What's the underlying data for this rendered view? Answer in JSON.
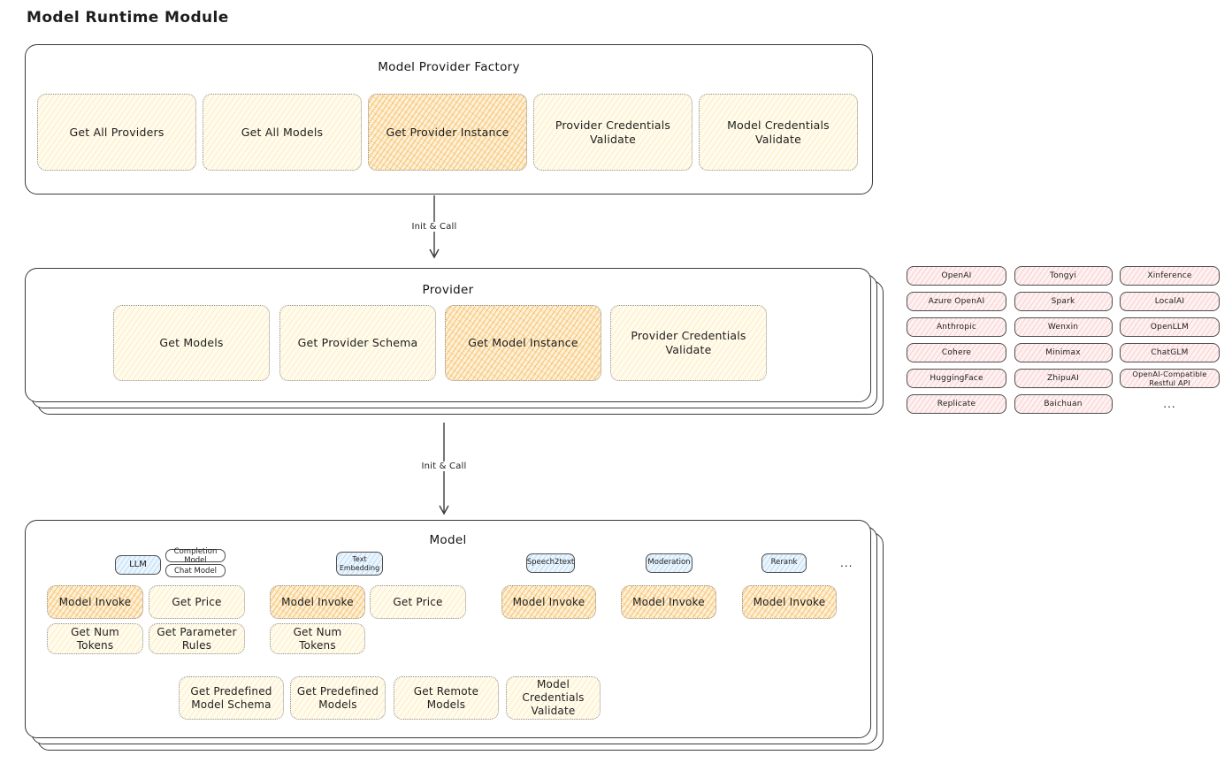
{
  "colors": {
    "stroke": "#3a3a3a",
    "yellow": "#fff9db",
    "orange": "#ffd8a8",
    "pink": "#ffe3e3",
    "blue": "#d0ebff"
  },
  "page": {
    "title": "Model Runtime Module"
  },
  "factory": {
    "title": "Model Provider Factory",
    "methods": [
      {
        "label": "Get All Providers",
        "highlighted": false
      },
      {
        "label": "Get All Models",
        "highlighted": false
      },
      {
        "label": "Get Provider Instance",
        "highlighted": true
      },
      {
        "label": "Provider Credentials Validate",
        "highlighted": false
      },
      {
        "label": "Model Credentials Validate",
        "highlighted": false
      }
    ]
  },
  "arrows": [
    {
      "label": "Init & Call"
    },
    {
      "label": "Init & Call"
    }
  ],
  "provider": {
    "title": "Provider",
    "methods": [
      {
        "label": "Get Models",
        "highlighted": false
      },
      {
        "label": "Get Provider Schema",
        "highlighted": false
      },
      {
        "label": "Get Model Instance",
        "highlighted": true
      },
      {
        "label": "Provider Credentials Validate",
        "highlighted": false
      }
    ]
  },
  "provider_list": {
    "items": [
      "OpenAI",
      "Tongyi",
      "Xinference",
      "Azure OpenAI",
      "Spark",
      "LocalAI",
      "Anthropic",
      "Wenxin",
      "OpenLLM",
      "Cohere",
      "Minimax",
      "ChatGLM",
      "HuggingFace",
      "ZhipuAI",
      "OpenAI-Compatible Restful API",
      "Replicate",
      "Baichuan"
    ],
    "more": "..."
  },
  "model": {
    "title": "Model",
    "more": "...",
    "tags": {
      "llm": "LLM",
      "completion": "Completion Model",
      "chat": "Chat Model",
      "text_embedding": "Text Embedding",
      "speech2text": "Speech2text",
      "moderation": "Moderation",
      "rerank": "Rerank"
    },
    "methods": {
      "model_invoke": "Model Invoke",
      "get_price": "Get Price",
      "get_num_tokens": "Get Num Tokens",
      "get_parameter_rules": "Get Parameter Rules"
    },
    "shared_methods": [
      "Get Predefined Model Schema",
      "Get Predefined Models",
      "Get Remote Models",
      "Model Credentials Validate"
    ]
  }
}
